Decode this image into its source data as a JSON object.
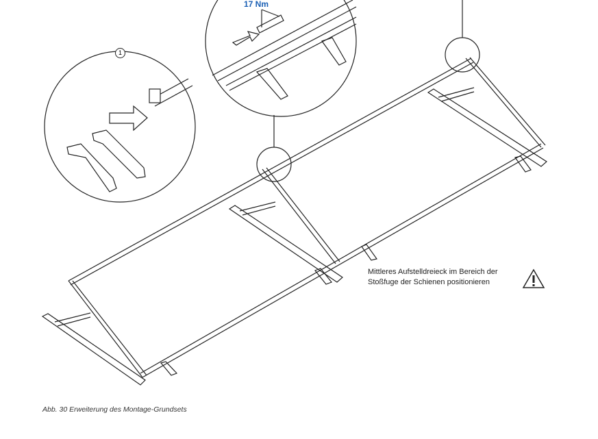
{
  "detail_1": {
    "number": "1"
  },
  "detail_2": {
    "torque_label": "17 Nm"
  },
  "note": {
    "line1": "Mittleres Aufstelldreieck im Bereich der",
    "line2": "Stoßfuge der Schienen positionieren",
    "icon": "warning-triangle-icon"
  },
  "caption": "Abb. 30  Erweiterung des Montage-Grundsets",
  "colors": {
    "torque": "#1a5fb4"
  }
}
